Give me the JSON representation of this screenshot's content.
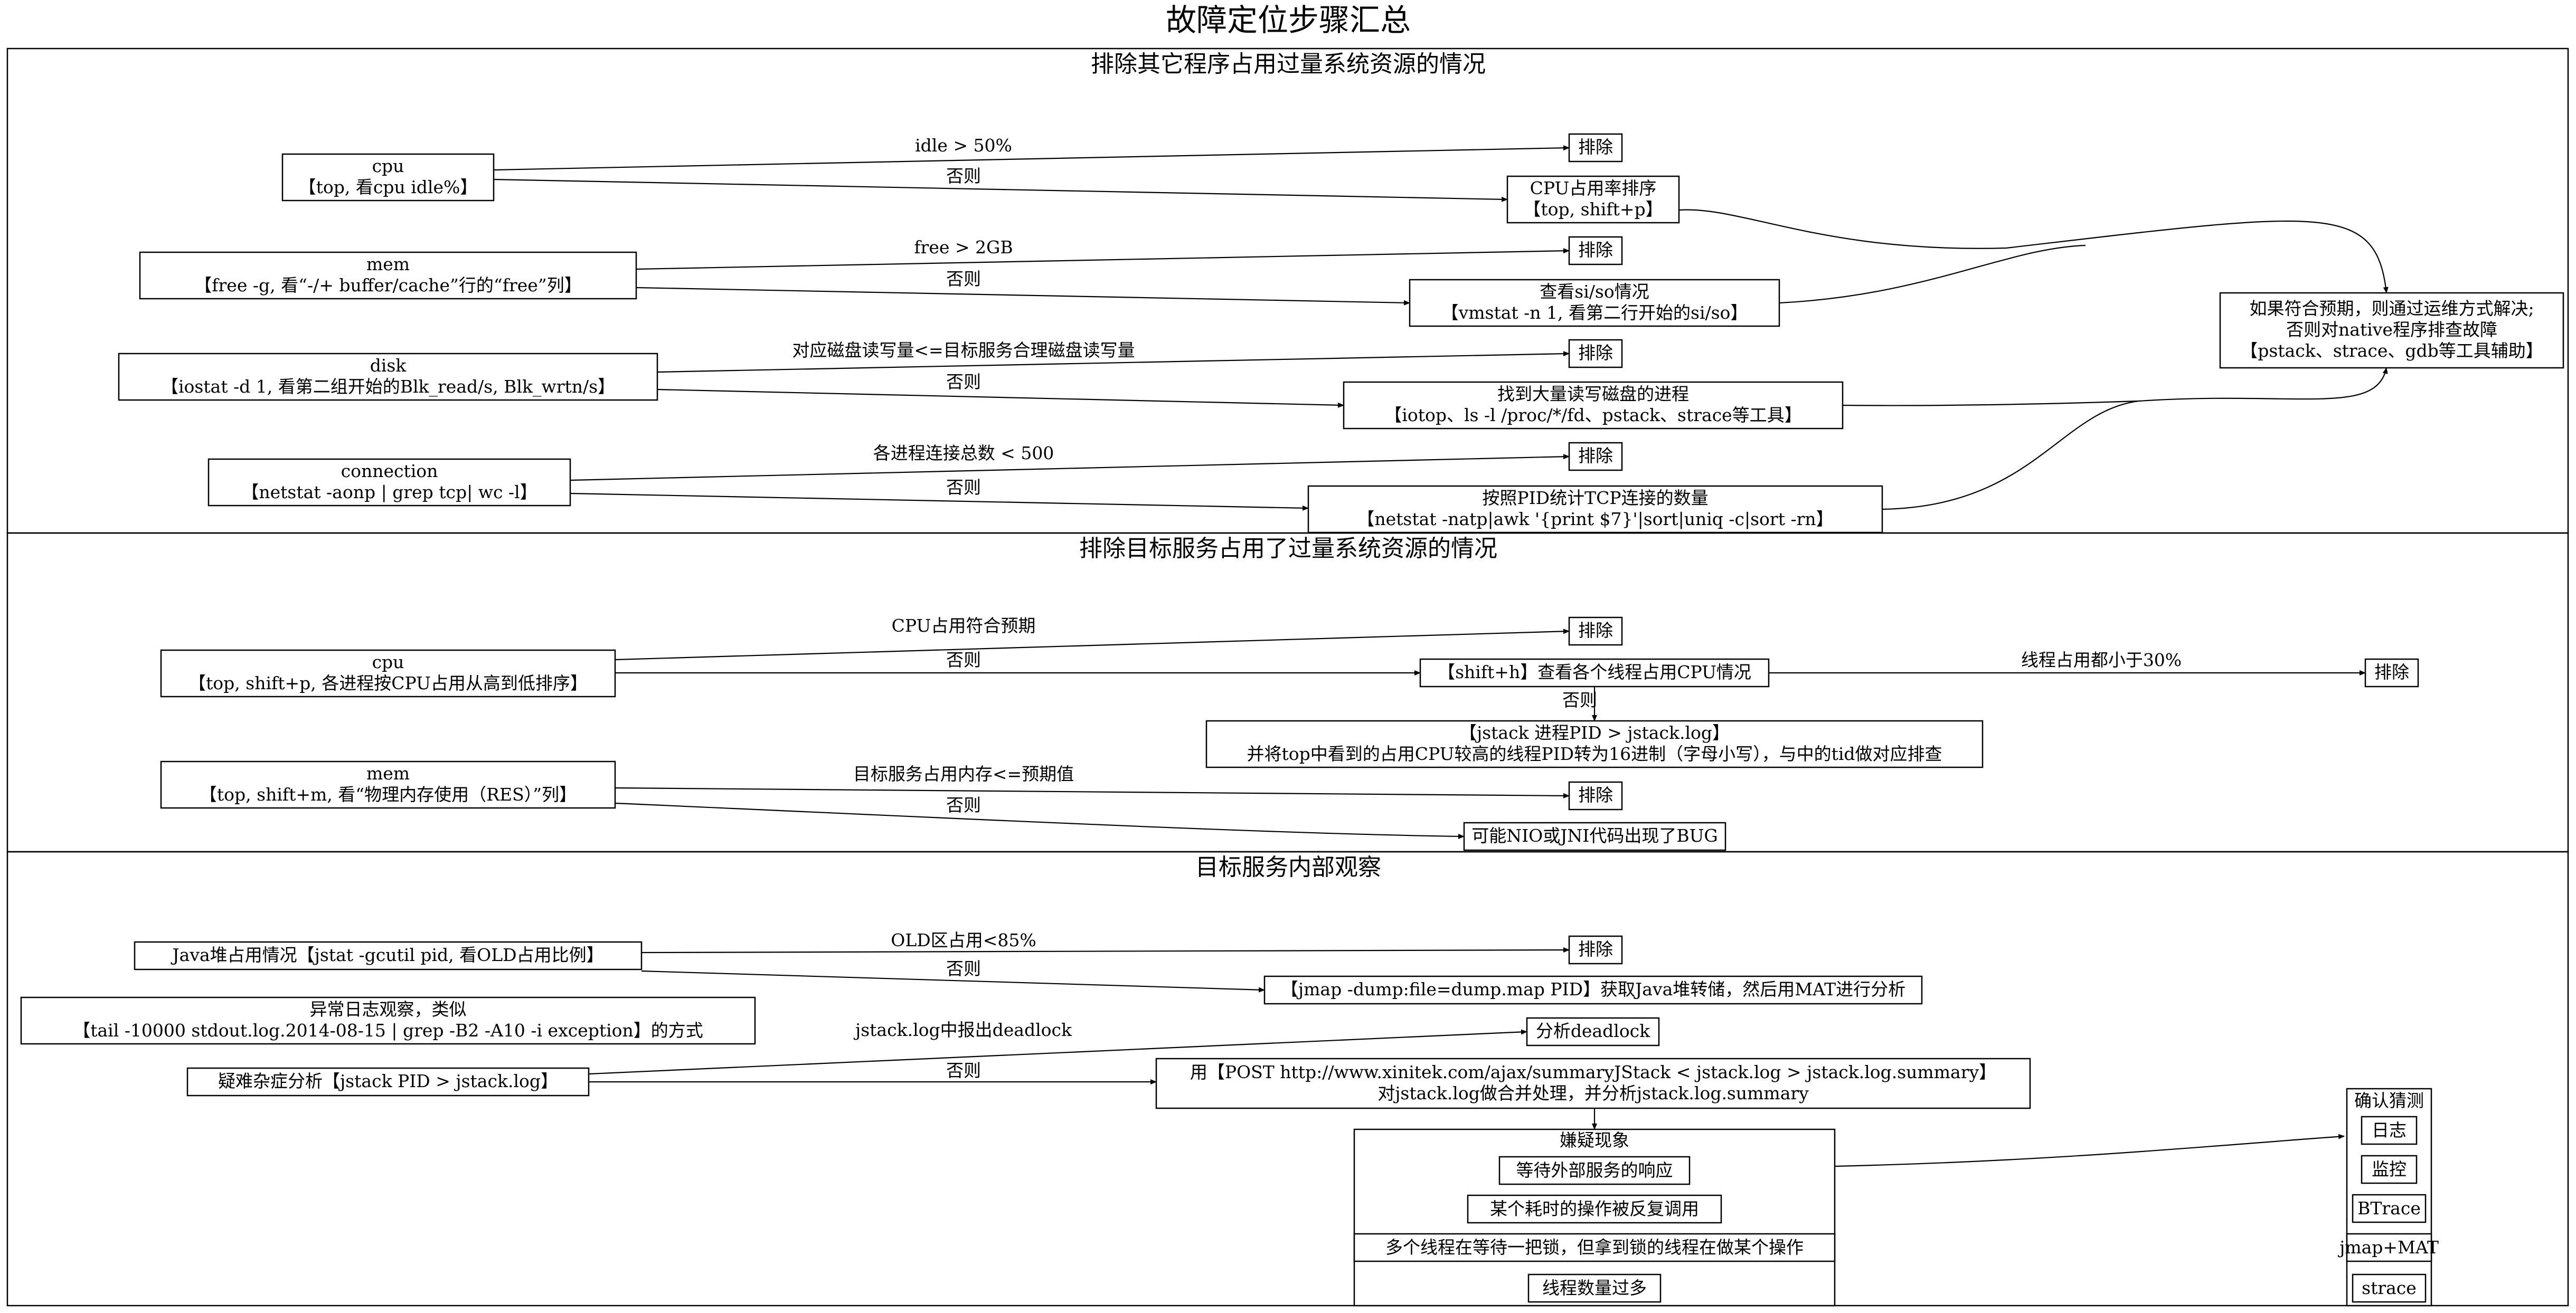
{
  "title": "故障定位步骤汇总",
  "sections": [
    "排除其它程序占用过量系统资源的情况",
    "排除目标服务占用了过量系统资源的情况",
    "目标服务内部观察"
  ],
  "nodes": {
    "s1_cpu": [
      "cpu",
      "【top, 看cpu idle%】"
    ],
    "s1_cpu_ok": [
      "排除"
    ],
    "s1_cpu_sort": [
      "CPU占用率排序",
      "【top, shift+p】"
    ],
    "s1_mem": [
      "mem",
      "【free -g, 看“-/+ buffer/cache”行的“free”列】"
    ],
    "s1_mem_ok": [
      "排除"
    ],
    "s1_siso": [
      "查看si/so情况",
      "【vmstat -n 1, 看第二行开始的si/so】"
    ],
    "s1_disk": [
      "disk",
      "【iostat -d 1, 看第二组开始的Blk_read/s, Blk_wrtn/s】"
    ],
    "s1_disk_ok": [
      "排除"
    ],
    "s1_disk_proc": [
      "找到大量读写磁盘的进程",
      "【iotop、ls -l /proc/*/fd、pstack、strace等工具】"
    ],
    "s1_conn": [
      "connection",
      "【netstat -aonp | grep tcp| wc -l】"
    ],
    "s1_conn_ok": [
      "排除"
    ],
    "s1_conn_pid": [
      "按照PID统计TCP连接的数量",
      "【netstat -natp|awk '{print $7}'|sort|uniq -c|sort -rn】"
    ],
    "s1_native": [
      "如果符合预期，则通过运维方式解决;",
      "否则对native程序排查故障",
      "【pstack、strace、gdb等工具辅助】"
    ],
    "s2_cpu": [
      "cpu",
      "【top, shift+p, 各进程按CPU占用从高到低排序】"
    ],
    "s2_cpu_ok": [
      "排除"
    ],
    "s2_shifth": [
      "【shift+h】查看各个线程占用CPU情况"
    ],
    "s2_thread_ok": [
      "排除"
    ],
    "s2_jstack": [
      "【jstack 进程PID > jstack.log】",
      "并将top中看到的占用CPU较高的线程PID转为16进制（字母小写），与中的tid做对应排查"
    ],
    "s2_mem": [
      "mem",
      "【top, shift+m, 看“物理内存使用（RES）”列】"
    ],
    "s2_mem_ok": [
      "排除"
    ],
    "s2_nio": [
      "可能NIO或JNI代码出现了BUG"
    ],
    "s3_heap": [
      "Java堆占用情况【jstat -gcutil pid, 看OLD占用比例】"
    ],
    "s3_heap_ok": [
      "排除"
    ],
    "s3_jmap": [
      "【jmap -dump:file=dump.map PID】获取Java堆转储，然后用MAT进行分析"
    ],
    "s3_log": [
      "异常日志观察，类似",
      "【tail -10000 stdout.log.2014-08-15 | grep -B2 -A10 -i exception】的方式"
    ],
    "s3_dead": [
      "分析deadlock"
    ],
    "s3_jstack": [
      "疑难杂症分析【jstack PID > jstack.log】"
    ],
    "s3_summary": [
      "用【POST http://www.xinitek.com/ajax/summaryJStack < jstack.log > jstack.log.summary】",
      "对jstack.log做合并处理，并分析jstack.log.summary"
    ]
  },
  "suspect": {
    "title": "嫌疑现象",
    "items": [
      "等待外部服务的响应",
      "某个耗时的操作被反复调用",
      "多个线程在等待一把锁，但拿到锁的线程在做某个操作",
      "线程数量过多"
    ]
  },
  "confirm": {
    "title": "确认猜测",
    "items": [
      "日志",
      "监控",
      "BTrace",
      "jmap+MAT",
      "strace"
    ]
  },
  "edge_labels": {
    "s1_cpu_yes": "idle > 50%",
    "s1_cpu_no": "否则",
    "s1_mem_yes": "free > 2GB",
    "s1_mem_no": "否则",
    "s1_disk_yes": "对应磁盘读写量<=目标服务合理磁盘读写量",
    "s1_disk_no": "否则",
    "s1_conn_yes": "各进程连接总数 < 500",
    "s1_conn_no": "否则",
    "s2_cpu_yes": "CPU占用符合预期",
    "s2_cpu_no": "否则",
    "s2_thread_yes": "线程占用都小于30%",
    "s2_thread_no": "否则",
    "s2_mem_yes": "目标服务占用内存<=预期值",
    "s2_mem_no": "否则",
    "s3_heap_yes": "OLD区占用<85%",
    "s3_heap_no": "否则",
    "s3_dead_yes": "jstack.log中报出deadlock",
    "s3_dead_no": "否则"
  }
}
